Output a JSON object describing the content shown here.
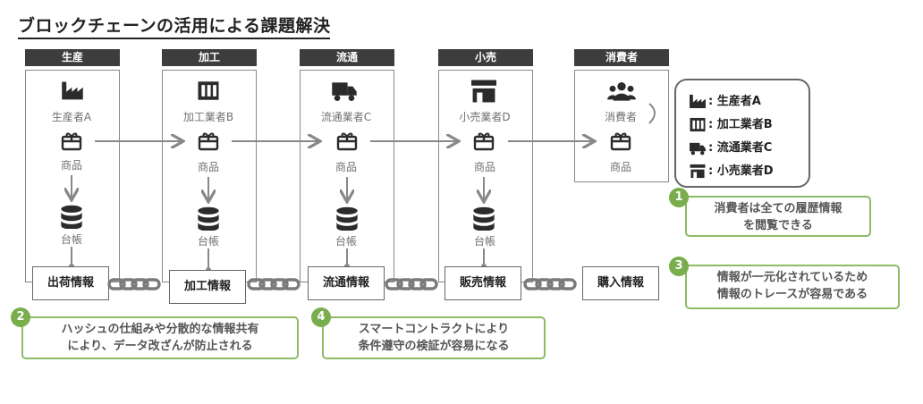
{
  "title": "ブロックチェーンの活用による課題解決",
  "columns": [
    {
      "header": "生産",
      "actor": "生産者A",
      "product": "商品",
      "ledger": "台帳",
      "info": "出荷情報",
      "icon": "factory-icon"
    },
    {
      "header": "加工",
      "actor": "加工業者B",
      "product": "商品",
      "ledger": "台帳",
      "info": "加工情報",
      "icon": "building-icon"
    },
    {
      "header": "流通",
      "actor": "流通業者C",
      "product": "商品",
      "ledger": "台帳",
      "info": "流通情報",
      "icon": "truck-icon"
    },
    {
      "header": "小売",
      "actor": "小売業者D",
      "product": "商品",
      "ledger": "台帳",
      "info": "販売情報",
      "icon": "store-icon"
    },
    {
      "header": "消費者",
      "actor": "消費者",
      "product": "商品",
      "info": "購入情報",
      "icon": "people-icon"
    }
  ],
  "legend": [
    {
      "icon": "factory-icon",
      "label": ": 生産者A"
    },
    {
      "icon": "building-icon",
      "label": ": 加工業者B"
    },
    {
      "icon": "truck-icon",
      "label": ": 流通業者C"
    },
    {
      "icon": "store-icon",
      "label": ": 小売業者D"
    }
  ],
  "notes": [
    {
      "num": "1",
      "line1": "消費者は全ての履歴情報",
      "line2": "を閲覧できる"
    },
    {
      "num": "2",
      "line1": "ハッシュの仕組みや分散的な情報共有",
      "line2": "により、データ改ざんが防止される"
    },
    {
      "num": "3",
      "line1": "情報が一元化されているため",
      "line2": "情報のトレースが容易である"
    },
    {
      "num": "4",
      "line1": "スマートコントラクトにより",
      "line2": "条件遵守の検証が容易になる"
    }
  ],
  "colors": {
    "header": "#3d3d3d",
    "accent": "#8dbb66",
    "badge": "#7aae4c",
    "arrow": "#888888"
  }
}
